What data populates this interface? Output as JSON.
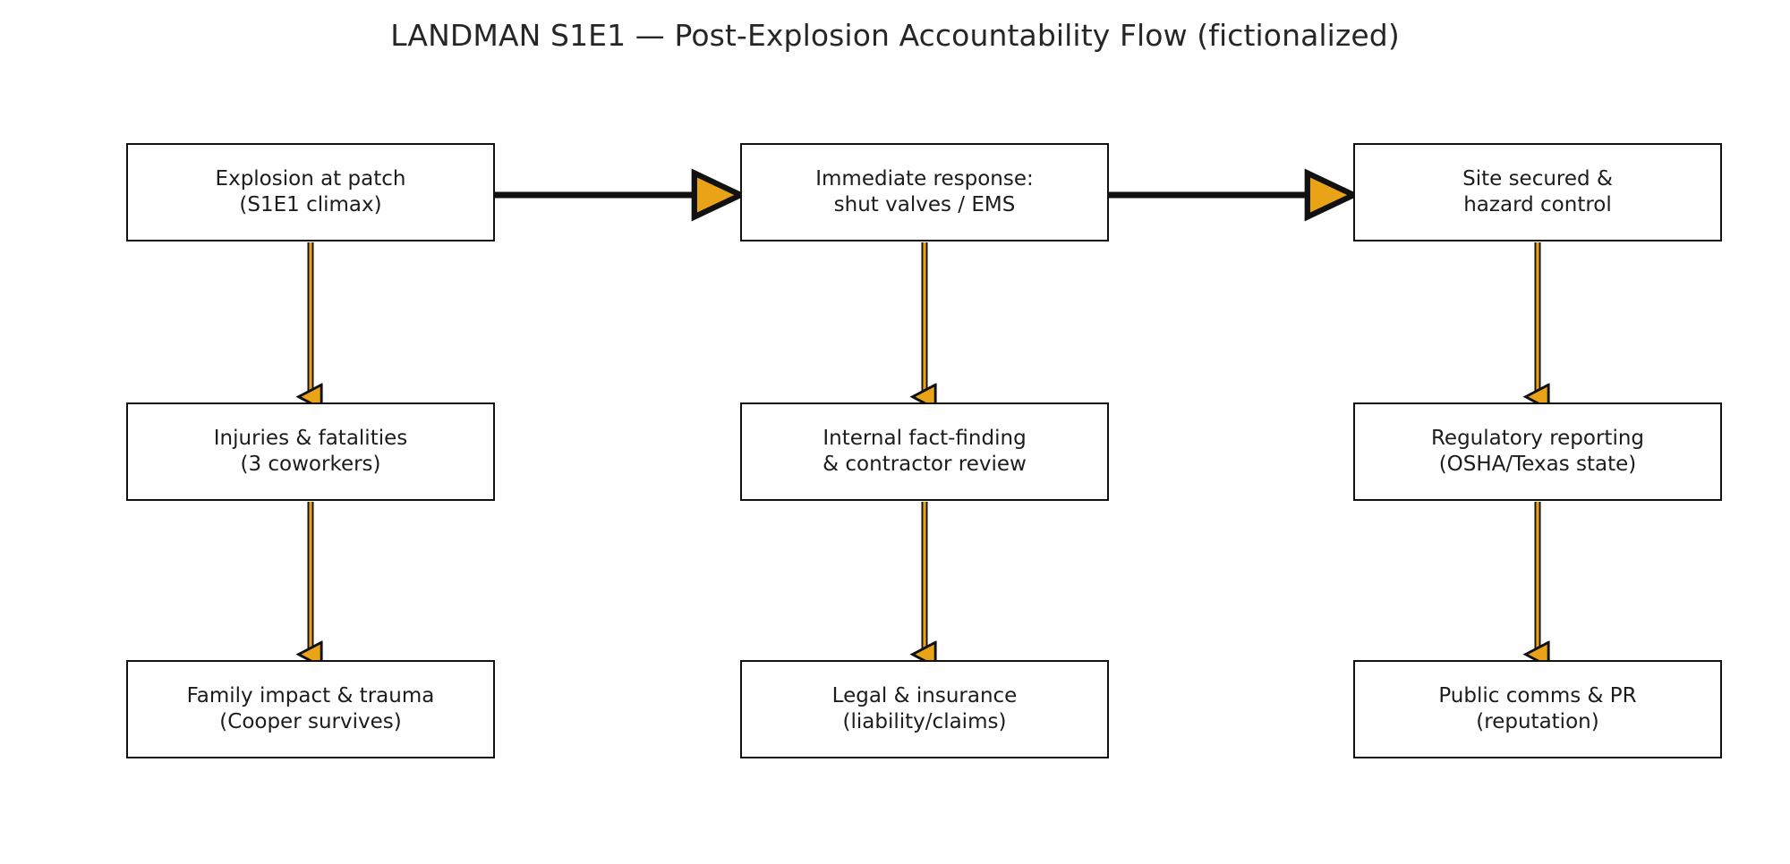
{
  "title": "LANDMAN S1E1 — Post-Explosion Accountability Flow (fictionalized)",
  "colors": {
    "background": "#ffffff",
    "box_border": "#111111",
    "box_fill": "#ffffff",
    "text": "#1c1c1c",
    "title_text": "#262626",
    "connector_line": "#111111",
    "arrowhead_fill": "#e8a317",
    "arrowhead_edge": "#111111"
  },
  "nodes": [
    {
      "id": "explosion",
      "column": 0,
      "row": 0,
      "line1": "Explosion at patch",
      "line2": "(S1E1 climax)"
    },
    {
      "id": "immediate-response",
      "column": 1,
      "row": 0,
      "line1": "Immediate response:",
      "line2": "shut valves / EMS"
    },
    {
      "id": "site-secured",
      "column": 2,
      "row": 0,
      "line1": "Site secured &",
      "line2": "hazard control"
    },
    {
      "id": "injuries",
      "column": 0,
      "row": 1,
      "line1": "Injuries & fatalities",
      "line2": "(3 coworkers)"
    },
    {
      "id": "internal-fact-finding",
      "column": 1,
      "row": 1,
      "line1": "Internal fact-finding",
      "line2": "& contractor review"
    },
    {
      "id": "regulatory-reporting",
      "column": 2,
      "row": 1,
      "line1": "Regulatory reporting",
      "line2": "(OSHA/Texas state)"
    },
    {
      "id": "family-impact",
      "column": 0,
      "row": 2,
      "line1": "Family impact & trauma",
      "line2": "(Cooper survives)"
    },
    {
      "id": "legal-insurance",
      "column": 1,
      "row": 2,
      "line1": "Legal & insurance",
      "line2": "(liability/claims)"
    },
    {
      "id": "public-comms",
      "column": 2,
      "row": 2,
      "line1": "Public comms & PR",
      "line2": "(reputation)"
    }
  ],
  "edges": [
    {
      "id": "edge-explosion-to-immediate",
      "from": "explosion",
      "to": "immediate-response",
      "direction": "horizontal"
    },
    {
      "id": "edge-immediate-to-site",
      "from": "immediate-response",
      "to": "site-secured",
      "direction": "horizontal"
    },
    {
      "id": "edge-explosion-to-injuries",
      "from": "explosion",
      "to": "injuries",
      "direction": "vertical"
    },
    {
      "id": "edge-immediate-to-factfinding",
      "from": "immediate-response",
      "to": "internal-fact-finding",
      "direction": "vertical"
    },
    {
      "id": "edge-site-to-regulatory",
      "from": "site-secured",
      "to": "regulatory-reporting",
      "direction": "vertical"
    },
    {
      "id": "edge-injuries-to-family",
      "from": "injuries",
      "to": "family-impact",
      "direction": "vertical"
    },
    {
      "id": "edge-factfinding-to-legal",
      "from": "internal-fact-finding",
      "to": "legal-insurance",
      "direction": "vertical"
    },
    {
      "id": "edge-regulatory-to-publiccomms",
      "from": "regulatory-reporting",
      "to": "public-comms",
      "direction": "vertical"
    }
  ]
}
